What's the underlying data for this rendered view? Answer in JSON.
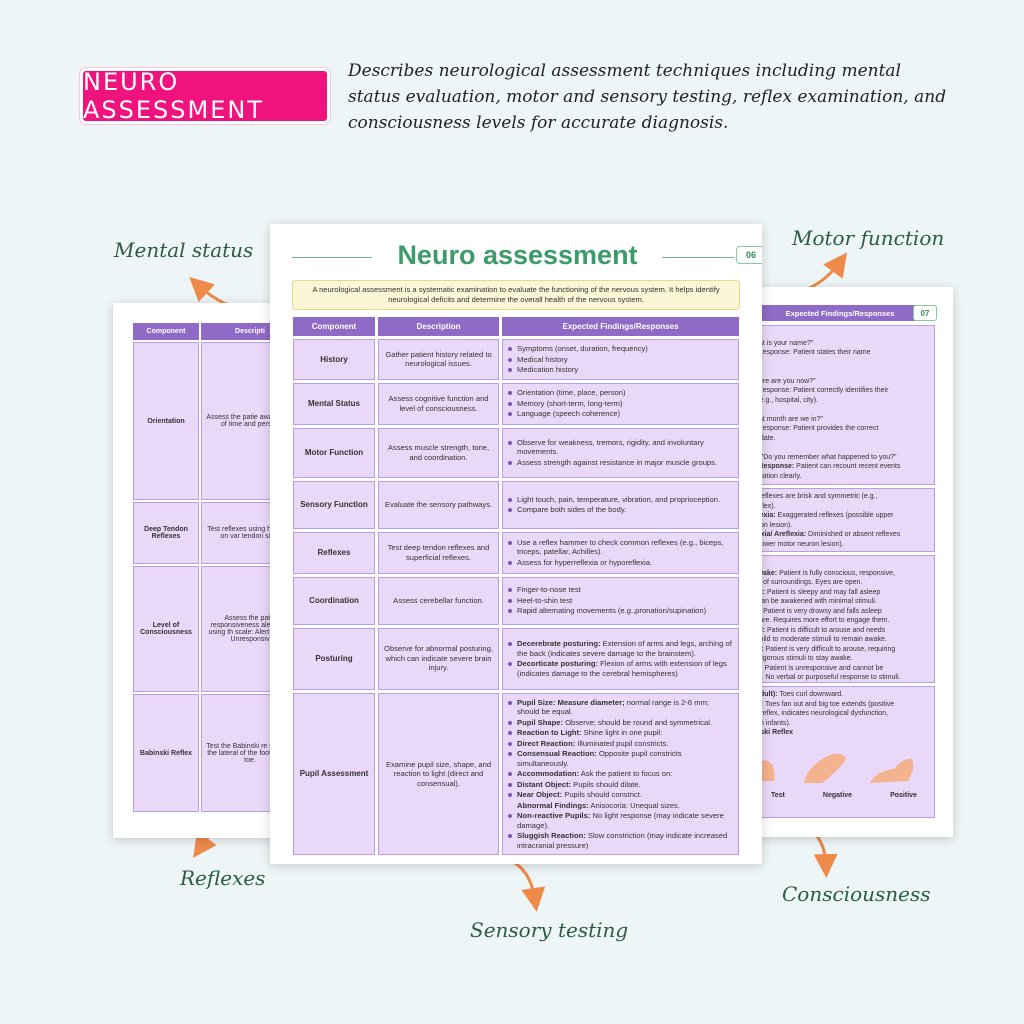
{
  "header": {
    "badge": "NEURO ASSESSMENT",
    "description": "Describes neurological assessment techniques including mental status evaluation, motor and sensory testing, reflex examination, and consciousness levels for accurate diagnosis."
  },
  "callouts": {
    "mental_status": "Mental status",
    "motor_function": "Motor function",
    "reflexes": "Reflexes",
    "sensory_testing": "Sensory testing",
    "consciousness": "Consciousness"
  },
  "colors": {
    "badge": "#f0137e",
    "header_purple": "#8f6ac6",
    "cell_lavender": "#e9d8f7",
    "title_green": "#3d9a6b",
    "arrow_orange": "#ee8a4a"
  },
  "main_page": {
    "title": "Neuro assessment",
    "page_number": "06",
    "intro": "A neurological assessment is a systematic examination to evaluate the functioning of the nervous system. It helps identify neurological deficits and determine the overall health of the nervous system.",
    "headers": [
      "Component",
      "Description",
      "Expected Findings/Responses"
    ],
    "rows": [
      {
        "component": "History",
        "description": "Gather patient history related to neurological issues.",
        "findings": [
          "Symptoms (onset, duration, frequency)",
          "Medical history",
          "Medication history"
        ]
      },
      {
        "component": "Mental Status",
        "description": "Assess cognitive function and level of consciousness.",
        "findings": [
          "Orientation (time, place, person)",
          "Memory (short-term, long-term)",
          "Language (speech coherence)"
        ]
      },
      {
        "component": "Motor Function",
        "description": "Assess muscle strength, tone, and coordination.",
        "findings": [
          "Observe for weakness, tremors, rigidity, and involuntary movements.",
          "Assess strength against resistance in major muscle groups."
        ]
      },
      {
        "component": "Sensory Function",
        "description": "Evaluate the sensory pathways.",
        "findings": [
          "Light touch, pain, temperature, vibration, and proprioception.",
          "Compare both sides of the body."
        ]
      },
      {
        "component": "Reflexes",
        "description": "Test deep tendon reflexes and superficial reflexes.",
        "findings": [
          "Use a reflex hammer to check common reflexes (e.g., biceps, triceps, patellar, Achilles).",
          "Assess for hyperreflexia or hyporeflexia."
        ]
      },
      {
        "component": "Coordination",
        "description": "Assess cerebellar function.",
        "findings": [
          "Finger-to-nose test",
          "Heel-to-shin test",
          "Rapid alternating movements (e.g.,pronation/supination)"
        ]
      },
      {
        "component": "Posturing",
        "description": "Observe for abnormal posturing, which can indicate severe brain injury.",
        "findings_rich": [
          {
            "label": "Decerebrate posturing:",
            "text": " Extension of arms and legs, arching of the back (indicates severe damage to the brainstem)."
          },
          {
            "label": "Decorticate posturing:",
            "text": " Flexion of arms with extension of legs (indicates damage to the cerebral hemispheres)"
          }
        ]
      },
      {
        "component": "Pupil Assessment",
        "description": "Examine pupil size, shape, and reaction to light (direct and consensual).",
        "findings_rich": [
          {
            "label": "Pupil Size: Measure diameter;",
            "text": " normal range is 2-6 mm; should be equal."
          },
          {
            "label": "Pupil Shape:",
            "text": " Observe; should be round and symmetrical."
          },
          {
            "label": "Reaction to Light:",
            "text": " Shine light in one pupil:"
          },
          {
            "label": "Direct Reaction:",
            "text": " Illuminated pupil constricts."
          },
          {
            "label": "Consensual Reaction:",
            "text": " Opposite pupil constricts simultaneously."
          },
          {
            "label": "Accommodation:",
            "text": " Ask the patient to focus on:"
          },
          {
            "label": "Distant Object:",
            "text": " Pupils should dilate."
          },
          {
            "label": "Near Object:",
            "text": " Pupils should constrict."
          },
          {
            "label": "Abnormal Findings:",
            "text": " Anisocoria: Unequal sizes.",
            "sub": true
          },
          {
            "label": "Non-reactive Pupils:",
            "text": " No light response (may indicate severe damage)."
          },
          {
            "label": "Sluggish Reaction:",
            "text": " Slow constriction (may indicate increased intracranial pressure)"
          }
        ]
      }
    ]
  },
  "left_page": {
    "headers": [
      "Component",
      "Descripti"
    ],
    "rows": [
      {
        "component": "Orientation",
        "description": "Assess the patie awareness of time and person"
      },
      {
        "component": "Deep Tendon Reflexes",
        "description": "Test reflexes using hammer on var tendon sites"
      },
      {
        "component": "Level of Consciousness",
        "description": "Assess the patie responsiveness alertness using th scale: Alert, Verbo Unresponsiv"
      },
      {
        "component": "Babinski Reflex",
        "description": "Test the Babinski re stroking the lateral of the foot from h toe."
      }
    ]
  },
  "right_page": {
    "header": "Expected Findings/Responses",
    "page_number": "07",
    "box1": [
      {
        "b": "n:",
        "t": ""
      },
      {
        "b": "",
        "t": "\"What is your name?\""
      },
      {
        "b": "",
        "t": "ted Response: Patient states their name"
      },
      {
        "b": "",
        "t": "ately."
      },
      {
        "b": "",
        "t": ""
      },
      {
        "b": "",
        "t": "\"Where are you now?\""
      },
      {
        "b": "",
        "t": "ted Response: Patient correctly identifies their"
      },
      {
        "b": "",
        "t": "ion (e.g., hospital, city)."
      },
      {
        "b": "",
        "t": ""
      },
      {
        "b": "",
        "t": "\"What month are we in?\""
      },
      {
        "b": "",
        "t": "ted Response: Patient provides the correct"
      },
      {
        "b": "",
        "t": "h or date."
      },
      {
        "b": "s:",
        "t": ""
      },
      {
        "b": "ion:",
        "t": " \"Do you remember what happened to you?\""
      },
      {
        "b": "ted Response:",
        "t": " Patient can recount recent events"
      },
      {
        "b": "",
        "t": "ir situation clearly."
      }
    ],
    "box2": [
      {
        "b": "al:",
        "t": " Reflexes are brisk and symmetric (e.g.,"
      },
      {
        "b": "",
        "t": "ar reflex)."
      },
      {
        "b": "rreflexia:",
        "t": " Exaggerated reflexes (possible upper"
      },
      {
        "b": "",
        "t": "neuron lesion)."
      },
      {
        "b": "reflexia/ Areflexia:",
        "t": " Diminished or absent reflexes"
      },
      {
        "b": "",
        "t": "ible lower motor neuron lesion)."
      }
    ],
    "box3": [
      {
        "b": "s:",
        "t": ""
      },
      {
        "b": "& Awake:",
        "t": " Patient is fully conscious, responsive,"
      },
      {
        "b": "",
        "t": "ware of surroundings. Eyes are open."
      },
      {
        "b": "olent:",
        "t": " Patient is sleepy and may fall asleep"
      },
      {
        "b": "",
        "t": "but can be awakened with minimal stimuli."
      },
      {
        "b": "rgic:",
        "t": " Patient is very drowsy and falls asleep"
      },
      {
        "b": "",
        "t": "en care. Requires more effort to engage them."
      },
      {
        "b": "nded:",
        "t": " Patient is difficult to arouse and needs"
      },
      {
        "b": "",
        "t": "ted mild to moderate stimuli to remain awake."
      },
      {
        "b": "rous:",
        "t": " Patient is very difficult to arouse, requiring"
      },
      {
        "b": "",
        "t": "ted vigorous stimuli to stay awake."
      },
      {
        "b": "tose:",
        "t": " Patient is unresponsive and cannot be"
      },
      {
        "b": "",
        "t": "ened. No verbal or purposeful response to stimuli."
      }
    ],
    "box4": [
      {
        "b": "al (adult):",
        "t": " Toes curl downward."
      },
      {
        "b": "rmal:",
        "t": " Toes fan out and big toe extends (positive"
      },
      {
        "b": "",
        "t": "nski reflex, indicates neurological dysfunction,"
      },
      {
        "b": "",
        "t": "ally in infants)."
      },
      {
        "b": "abinski Reflex",
        "t": ""
      }
    ],
    "foot_labels": [
      "Test",
      "Negative",
      "Positive"
    ]
  }
}
